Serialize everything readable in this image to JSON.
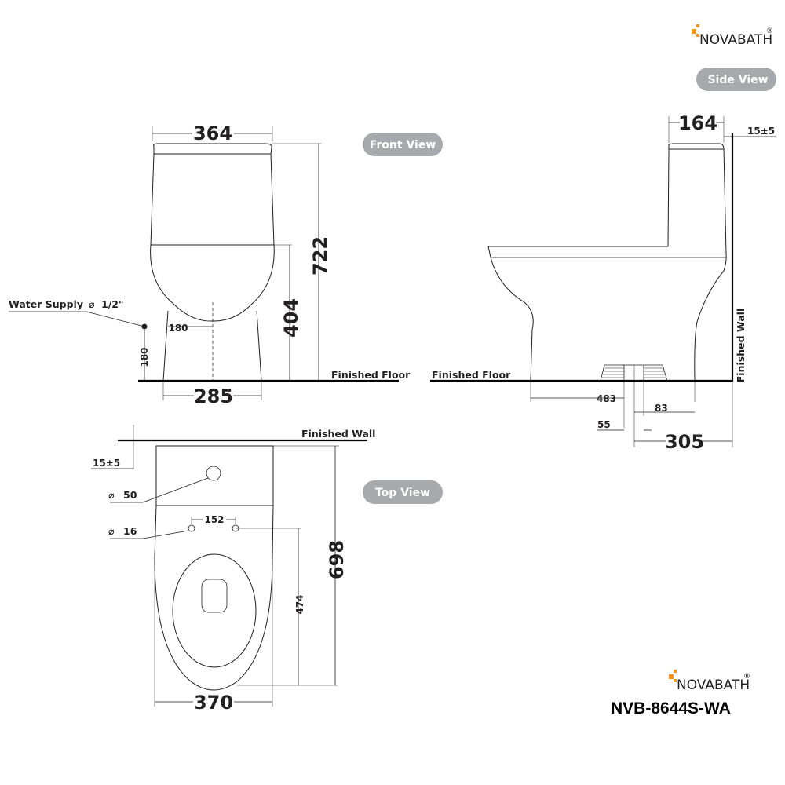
{
  "brand": {
    "name": "NOVABATH",
    "registered_mark": "®",
    "accent_color": "#f7941d",
    "model": "NVB-8644S-WA"
  },
  "views": {
    "front": "Front View",
    "side": "Side View",
    "top": "Top View"
  },
  "labels": {
    "finished_floor": "Finished Floor",
    "finished_wall": "Finished Wall",
    "water_supply": "Water Supply",
    "water_supply_size": "1/2\"",
    "diameter_symbol": "⌀"
  },
  "front_dims": {
    "width_top": "364",
    "height_total": "722",
    "seat_height": "404",
    "inlet_offset": "180",
    "supply_height": "180",
    "base_width": "285"
  },
  "side_dims": {
    "tank_depth": "164",
    "wall_gap": "15±5",
    "outlet_dist": "483",
    "pipe_dia": "55",
    "outlet_to_back": "83",
    "rough_in": "305"
  },
  "top_dims": {
    "wall_gap": "15±5",
    "flush_hole": "50",
    "bolt_hole": "16",
    "bolt_spacing": "152",
    "bowl_length": "474",
    "total_length": "698",
    "width": "370"
  }
}
